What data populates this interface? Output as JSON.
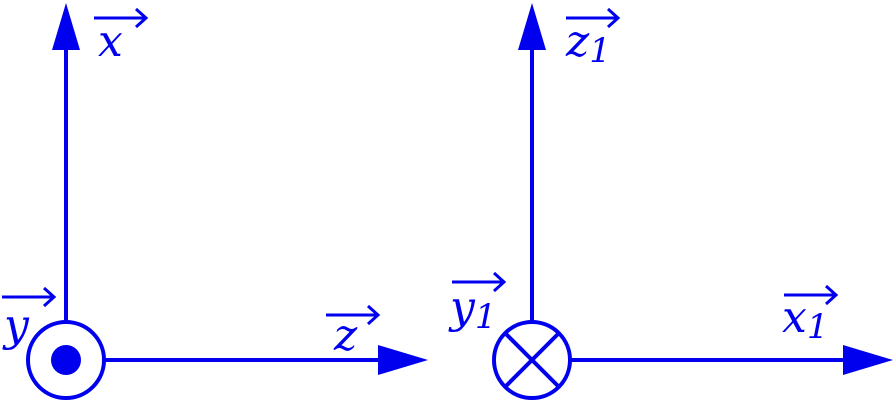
{
  "color": "#0000ee",
  "left_frame": {
    "vertical_axis": {
      "label": "x",
      "icon": "arrow-up-icon"
    },
    "horizontal_axis": {
      "label": "z",
      "icon": "arrow-right-icon"
    },
    "normal_axis": {
      "label": "y",
      "icon": "dot-in-circle-out-of-page-icon"
    }
  },
  "right_frame": {
    "vertical_axis": {
      "label": "z",
      "subscript": "1",
      "icon": "arrow-up-icon"
    },
    "horizontal_axis": {
      "label": "x",
      "subscript": "1",
      "icon": "arrow-right-icon"
    },
    "normal_axis": {
      "label": "y",
      "subscript": "1",
      "icon": "cross-in-circle-into-page-icon"
    }
  }
}
